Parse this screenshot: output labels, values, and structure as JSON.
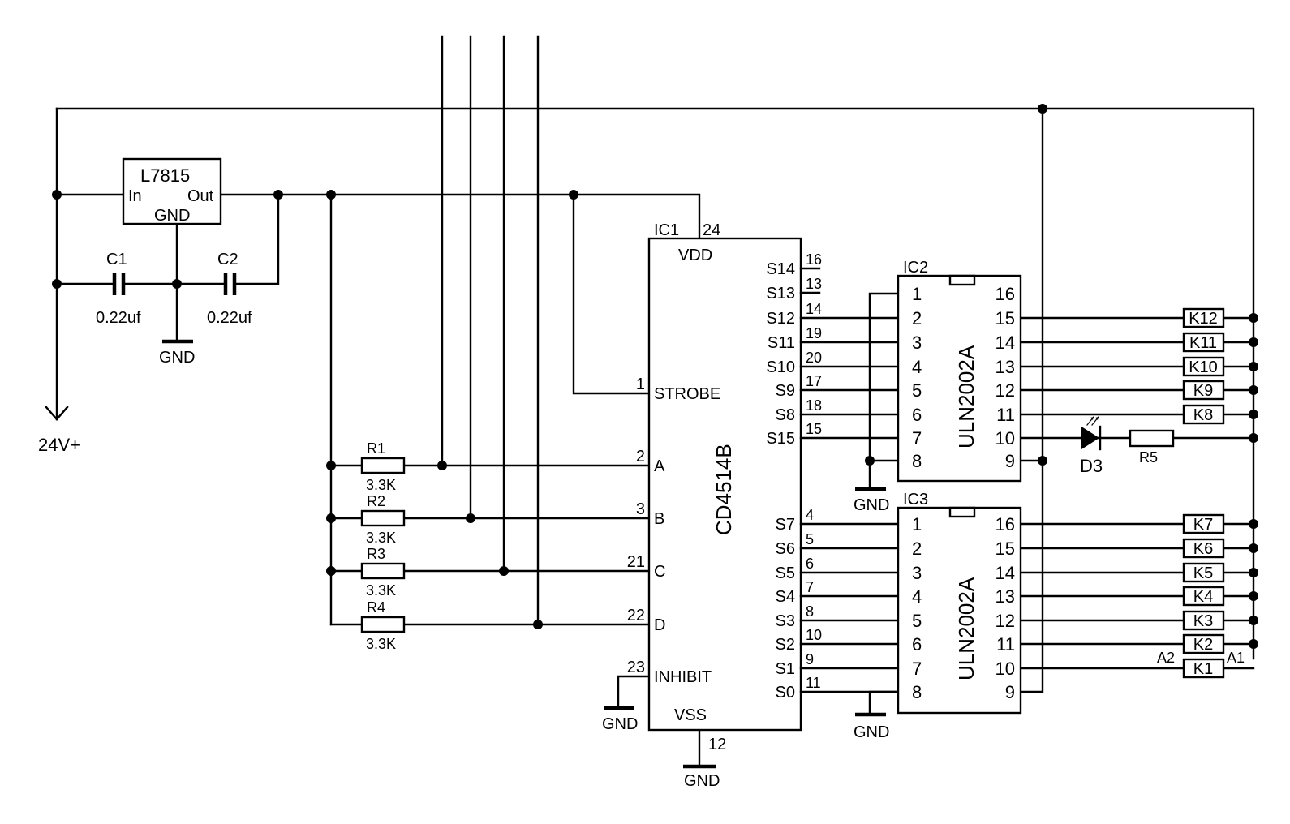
{
  "regulator": {
    "name": "L7815",
    "in": "In",
    "out": "Out",
    "gnd": "GND"
  },
  "caps": [
    {
      "ref": "C1",
      "value": "0.22uf"
    },
    {
      "ref": "C2",
      "value": "0.22uf"
    }
  ],
  "supply": "24V+",
  "gnd": "GND",
  "resistors": [
    {
      "ref": "R1",
      "value": "3.3K"
    },
    {
      "ref": "R2",
      "value": "3.3K"
    },
    {
      "ref": "R3",
      "value": "3.3K"
    },
    {
      "ref": "R4",
      "value": "3.3K"
    },
    {
      "ref": "R5"
    }
  ],
  "ic1": {
    "ref": "IC1",
    "part": "CD4514B",
    "vdd": "VDD",
    "vdd_pin": "24",
    "vss": "VSS",
    "vss_pin": "12",
    "left_pins": [
      {
        "name": "STROBE",
        "pin": "1"
      },
      {
        "name": "A",
        "pin": "2"
      },
      {
        "name": "B",
        "pin": "3"
      },
      {
        "name": "C",
        "pin": "21"
      },
      {
        "name": "D",
        "pin": "22"
      },
      {
        "name": "INHIBIT",
        "pin": "23"
      }
    ],
    "right_top": [
      {
        "name": "S14",
        "pin": "16"
      },
      {
        "name": "S13",
        "pin": "13"
      },
      {
        "name": "S12",
        "pin": "14"
      },
      {
        "name": "S11",
        "pin": "19"
      },
      {
        "name": "S10",
        "pin": "20"
      },
      {
        "name": "S9",
        "pin": "17"
      },
      {
        "name": "S8",
        "pin": "18"
      },
      {
        "name": "S15",
        "pin": "15"
      }
    ],
    "right_bottom": [
      {
        "name": "S7",
        "pin": "4"
      },
      {
        "name": "S6",
        "pin": "5"
      },
      {
        "name": "S5",
        "pin": "6"
      },
      {
        "name": "S4",
        "pin": "7"
      },
      {
        "name": "S3",
        "pin": "8"
      },
      {
        "name": "S2",
        "pin": "10"
      },
      {
        "name": "S1",
        "pin": "9"
      },
      {
        "name": "S0",
        "pin": "11"
      }
    ]
  },
  "drivers": [
    {
      "ref": "IC2",
      "part": "ULN2002A",
      "left": [
        "1",
        "2",
        "3",
        "4",
        "5",
        "6",
        "7",
        "8"
      ],
      "right": [
        "16",
        "15",
        "14",
        "13",
        "12",
        "11",
        "10",
        "9"
      ]
    },
    {
      "ref": "IC3",
      "part": "ULN2002A",
      "left": [
        "1",
        "2",
        "3",
        "4",
        "5",
        "6",
        "7",
        "8"
      ],
      "right": [
        "16",
        "15",
        "14",
        "13",
        "12",
        "11",
        "10",
        "9"
      ]
    }
  ],
  "relays": [
    "K12",
    "K11",
    "K10",
    "K9",
    "K8",
    "K7",
    "K6",
    "K5",
    "K4",
    "K3",
    "K2",
    "K1"
  ],
  "relay_terminals": {
    "a2": "A2",
    "a1": "A1"
  },
  "led": "D3"
}
